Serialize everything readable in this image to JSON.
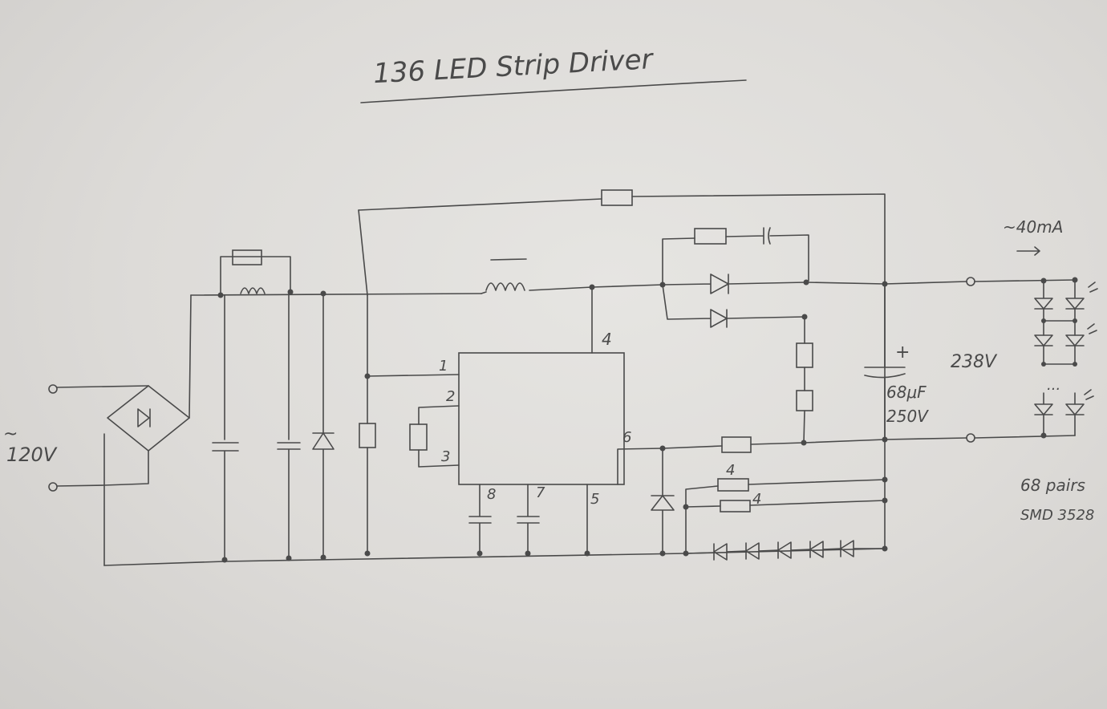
{
  "title": "136 LED Strip Driver",
  "labels": {
    "input_voltage": "120V",
    "input_ac_mark": "~",
    "output_current": "~40mA",
    "output_voltage": "238V",
    "cap_plus": "+",
    "cap_value": "68μF",
    "cap_voltage": "250V",
    "led_pairs": "68 pairs",
    "led_type": "SMD 3528",
    "pin_1": "1",
    "pin_2": "2",
    "pin_3": "3",
    "pin_4": "4",
    "pin_5": "5",
    "pin_6": "6",
    "pin_7": "7",
    "pin_8": "8",
    "res_a": "4",
    "res_b": "4",
    "led_ellipsis": "..."
  }
}
